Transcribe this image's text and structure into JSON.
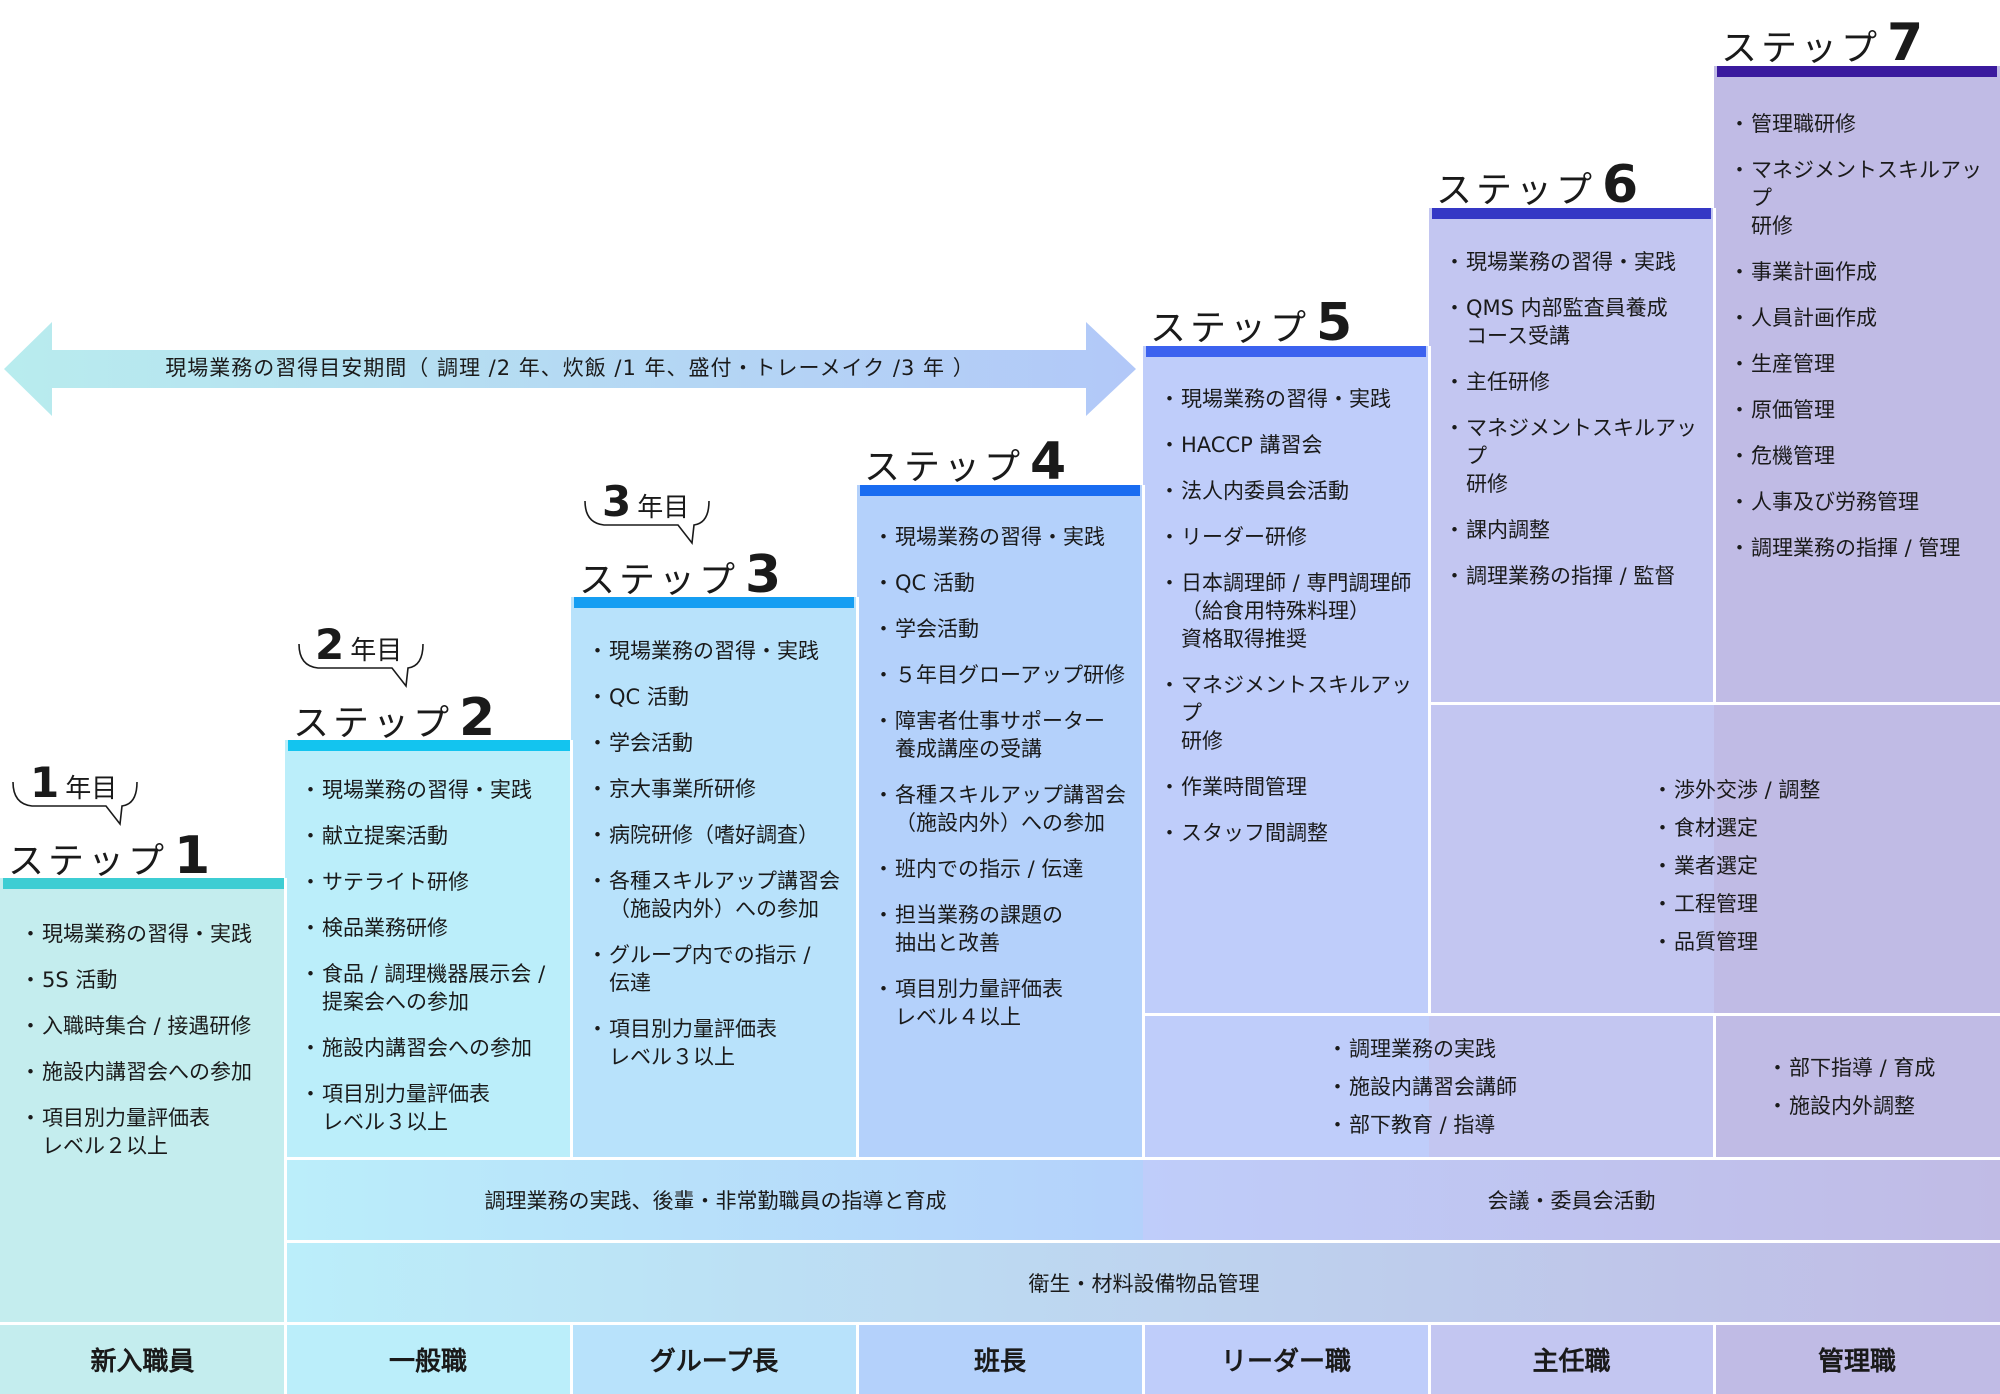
{
  "arrow": {
    "label": "現場業務の習得目安期間（ 調理 /2 年、炊飯 /1 年、盛付・トレーメイク /3 年 ）"
  },
  "columns": [
    {
      "step_label": "ステップ",
      "step_num": "1",
      "year_num": "1",
      "year_label": "年目",
      "items": [
        "現場業務の習得・実践",
        "5S 活動",
        "入職時集合 / 接遇研修",
        "施設内講習会への参加",
        "項目別力量評価表\nレベル２以上"
      ],
      "role": "新入職員"
    },
    {
      "step_label": "ステップ",
      "step_num": "2",
      "year_num": "2",
      "year_label": "年目",
      "items": [
        "現場業務の習得・実践",
        "献立提案活動",
        "サテライト研修",
        "検品業務研修",
        "食品 / 調理機器展示会 /\n提案会への参加",
        "施設内講習会への参加",
        "項目別力量評価表\nレベル３以上"
      ],
      "role": "一般職"
    },
    {
      "step_label": "ステップ",
      "step_num": "3",
      "year_num": "3",
      "year_label": "年目",
      "items": [
        "現場業務の習得・実践",
        "QC 活動",
        "学会活動",
        "京大事業所研修",
        "病院研修（嗜好調査）",
        "各種スキルアップ講習会\n（施設内外）への参加",
        "グループ内での指示 /\n伝達",
        "項目別力量評価表\nレベル３以上"
      ],
      "role": "グループ長"
    },
    {
      "step_label": "ステップ",
      "step_num": "4",
      "items": [
        "現場業務の習得・実践",
        "QC 活動",
        "学会活動",
        "５年目グローアップ研修",
        "障害者仕事サポーター\n養成講座の受講",
        "各種スキルアップ講習会\n（施設内外）への参加",
        "班内での指示 / 伝達",
        "担当業務の課題の\n抽出と改善",
        "項目別力量評価表\nレベル４以上"
      ],
      "role": "班長"
    },
    {
      "step_label": "ステップ",
      "step_num": "5",
      "items": [
        "現場業務の習得・実践",
        "HACCP 講習会",
        "法人内委員会活動",
        "リーダー研修",
        "日本調理師 / 専門調理師\n（給食用特殊料理）\n資格取得推奨",
        "マネジメントスキルアップ\n研修",
        "作業時間管理",
        "スタッフ間調整"
      ],
      "role": "リーダー職"
    },
    {
      "step_label": "ステップ",
      "step_num": "6",
      "items": [
        "現場業務の習得・実践",
        "QMS 内部監査員養成\nコース受講",
        "主任研修",
        "マネジメントスキルアップ\n研修",
        "課内調整",
        "調理業務の指揮 / 監督"
      ],
      "role": "主任職"
    },
    {
      "step_label": "ステップ",
      "step_num": "7",
      "items": [
        "管理職研修",
        "マネジメントスキルアップ\n研修",
        "事業計画作成",
        "人員計画作成",
        "生産管理",
        "原価管理",
        "危機管理",
        "人事及び労務管理",
        "調理業務の指揮 / 管理"
      ],
      "role": "管理職"
    }
  ],
  "shared": {
    "col67": [
      "渉外交渉 / 調整",
      "食材選定",
      "業者選定",
      "工程管理",
      "品質管理"
    ],
    "col56": [
      "調理業務の実践",
      "施設内講習会講師",
      "部下教育 / 指導"
    ],
    "col7": [
      "部下指導 / 育成",
      "施設内外調整"
    ],
    "band_practice": "調理業務の実践、後輩・非常勤職員の指導と育成",
    "band_meeting": "会議・委員会活動",
    "band_hygiene": "衛生・材料設備物品管理"
  },
  "colors": {
    "col_bg": [
      "#c4edee",
      "#bbeefa",
      "#b8e2fb",
      "#b4d1fb",
      "#bfcdfa",
      "#c3c6f1",
      "#c0bbe5"
    ],
    "col_bar": [
      "#3ecdd3",
      "#13c4ef",
      "#159ef2",
      "#196cf1",
      "#3c62ef",
      "#3538c5",
      "#3a1a9e"
    ],
    "arrow_start": "#b8ecee",
    "arrow_end": "#b2c8f8"
  }
}
